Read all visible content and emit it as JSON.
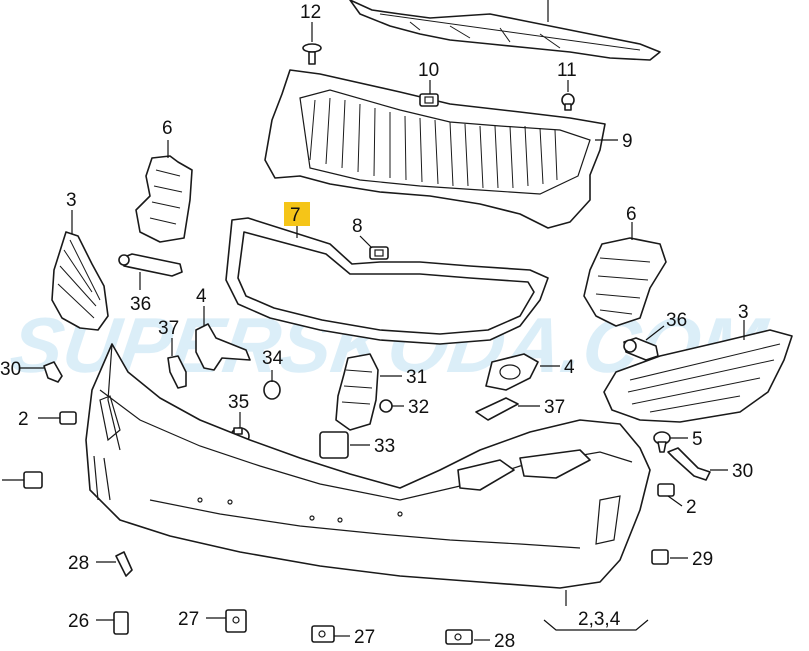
{
  "watermark": "SUPERSKODA.COM",
  "highlight_color": "#f5c518",
  "watermark_color": "#7fc3e8",
  "callouts": {
    "c12": "12",
    "c10": "10",
    "c11": "11",
    "c9": "9",
    "c6_left": "6",
    "c6_right": "6",
    "c7": "7",
    "c8": "8",
    "c3_left": "3",
    "c3_right": "3",
    "c36_left": "36",
    "c36_right": "36",
    "c4_left": "4",
    "c4_right": "4",
    "c37_left": "37",
    "c37_right": "37",
    "c30_left": "30",
    "c30_right": "30",
    "c34": "34",
    "c31": "31",
    "c32": "32",
    "c35": "35",
    "c33": "33",
    "c2_left": "2",
    "c2_right": "2",
    "c5": "5",
    "c29": "29",
    "c28_left": "28",
    "c28_bottom": "28",
    "c26": "26",
    "c27_left": "27",
    "c27_bottom": "27",
    "c234": "2,3,4"
  }
}
